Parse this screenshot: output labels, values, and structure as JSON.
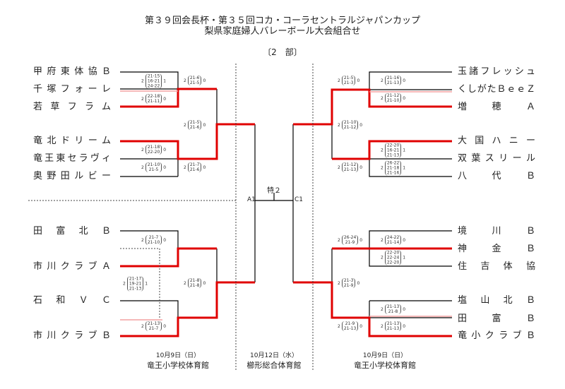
{
  "title": {
    "line1": "第３９回会長杯・第３５回コカ・コーラセントラルジャパンカップ",
    "line2": "梨県家庭婦人バレーボール大会組合せ",
    "division": "〔2　部〕"
  },
  "left_teams": [
    "甲府東体協Ｂ",
    "千塚フォーレ",
    "若草フラム",
    "竜北ドリーム",
    "竜王東セラヴィ",
    "奥野田ルビー",
    "田富北Ｂ",
    "市川クラブＡ",
    "石和ＶＣ",
    "市川クラブＢ"
  ],
  "right_teams": [
    "玉諸フレッシュ",
    "くしがたＢｅｅＺ",
    "増穂Ａ",
    "大国ハニー",
    "双葉スリール",
    "八代Ｂ",
    "境川Ｂ",
    "神金Ｂ",
    "住吉体協",
    "塩山北Ｂ",
    "田富Ｂ",
    "竜小クラブＢ"
  ],
  "scores": [
    {
      "w": "2",
      "games": [
        "21-15",
        "16-21",
        "24-22"
      ],
      "l": "1"
    },
    {
      "w": "2",
      "games": [
        "22-18",
        "21-11"
      ],
      "l": "0"
    },
    {
      "w": "2",
      "games": [
        "21-6",
        "21-5"
      ],
      "l": "0"
    },
    {
      "w": "2",
      "games": [
        "21-5",
        "21-6"
      ],
      "l": "0"
    },
    {
      "w": "2",
      "games": [
        "21-18",
        "22-20"
      ],
      "l": "0"
    },
    {
      "w": "2",
      "games": [
        "21-10",
        "21-5"
      ],
      "l": "0"
    },
    {
      "w": "2",
      "games": [
        "21-7",
        "21-6"
      ],
      "l": "0"
    },
    {
      "w": "2",
      "games": [
        "21-7",
        "21-10"
      ],
      "l": "0"
    },
    {
      "w": "2",
      "games": [
        "21-17",
        "19-21",
        "21-13"
      ],
      "l": "1"
    },
    {
      "w": "2",
      "games": [
        "21-8",
        "21-8"
      ],
      "l": "0"
    },
    {
      "w": "2",
      "games": [
        "21-13",
        "21-7"
      ],
      "l": "0"
    },
    {
      "w": "2",
      "games": [
        "21-5",
        "21-3"
      ],
      "l": "0"
    },
    {
      "w": "2",
      "games": [
        "21-16",
        "21-13"
      ],
      "l": "0"
    },
    {
      "w": "2",
      "games": [
        "21-12",
        "21-10"
      ],
      "l": "0"
    },
    {
      "w": "2",
      "games": [
        "21-10",
        "21-12"
      ],
      "l": "0"
    },
    {
      "w": "2",
      "games": [
        "22-20",
        "16-21",
        "21-13"
      ],
      "l": "1"
    },
    {
      "w": "2",
      "games": [
        "21-12",
        "21-13"
      ],
      "l": "0"
    },
    {
      "w": "2",
      "games": [
        "26-22",
        "21-18",
        "21-16"
      ],
      "l": "1"
    },
    {
      "w": "2",
      "games": [
        "26-24",
        "21-9"
      ],
      "l": "0"
    },
    {
      "w": "2",
      "games": [
        "24-22",
        "21-14"
      ],
      "l": "0"
    },
    {
      "w": "2",
      "games": [
        "22-20",
        "22-24",
        "22-20"
      ],
      "l": "1"
    },
    {
      "w": "2",
      "games": [
        "21-3",
        "21-9"
      ],
      "l": "0"
    },
    {
      "w": "2",
      "games": [
        "21-13",
        "21-8"
      ],
      "l": "0"
    },
    {
      "w": "2",
      "games": [
        "21-9",
        "21-13"
      ],
      "l": "0"
    },
    {
      "w": "2",
      "games": [
        "21-13",
        "21-13"
      ],
      "l": "0"
    }
  ],
  "center": {
    "a1": "A1",
    "c1": "C1",
    "seed": "特２"
  },
  "footer": [
    {
      "date": "10月9日（日）",
      "venue": "竜王小学校体育館"
    },
    {
      "date": "10月12日（水）",
      "venue": "櫛形総合体育館"
    },
    {
      "date": "10月9日（日）",
      "venue": "竜王小学校体育館"
    }
  ],
  "colors": {
    "win_line": "#e00000",
    "line": "#000000"
  }
}
